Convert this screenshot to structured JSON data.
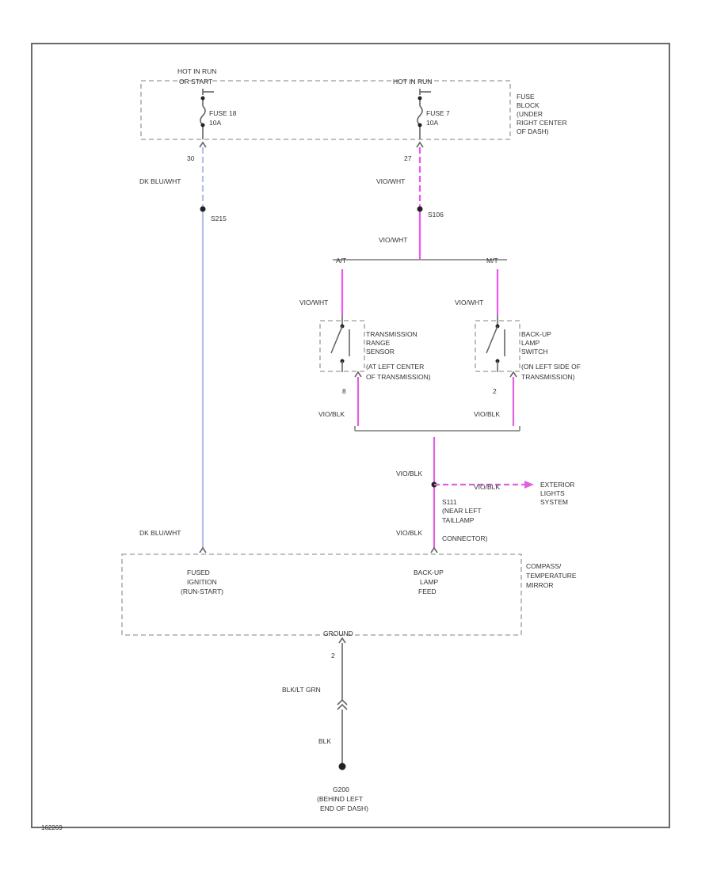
{
  "colors": {
    "dk_blu_wht": "#b4c0ea",
    "vio_wht": "#ee55ee",
    "vio_blk": "#e060e0",
    "frame": "#6a6a6a",
    "box_dash": "#9a9a9a"
  },
  "fuse_block": {
    "left_power_label_1": "HOT IN RUN",
    "left_power_label_2": "OR START",
    "right_power_label": "HOT IN RUN",
    "fuse_left_name": "FUSE 18",
    "fuse_left_rating": "10A",
    "fuse_right_name": "FUSE 7",
    "fuse_right_rating": "10A",
    "location": [
      "FUSE",
      "BLOCK",
      "(UNDER",
      "RIGHT CENTER",
      "OF DASH)"
    ]
  },
  "left_circuit": {
    "pin": "30",
    "wire_color_top": "DK BLU/WHT",
    "splice": "S215",
    "wire_color_bottom": "DK BLU/WHT"
  },
  "right_circuit": {
    "pin": "27",
    "wire_color_top": "VIO/WHT",
    "splice": "S106",
    "wire_color_mid": "VIO/WHT",
    "branch_left": "A/T",
    "branch_right": "M/T"
  },
  "trans_range_sensor": {
    "wire_in": "VIO/WHT",
    "label": [
      "TRANSMISSION",
      "RANGE",
      "SENSOR",
      "(AT LEFT CENTER",
      "OF TRANSMISSION)"
    ],
    "pin_out": "8",
    "wire_out": "VIO/BLK"
  },
  "backup_switch": {
    "wire_in": "VIO/WHT",
    "label": [
      "BACK-UP",
      "LAMP",
      "SWITCH",
      "(ON LEFT SIDE OF",
      "TRANSMISSION)"
    ],
    "pin_out": "2",
    "wire_out": "VIO/BLK"
  },
  "lower_circuit": {
    "wire_top": "VIO/BLK",
    "arrow_wire": "VIO/BLK",
    "arrow_dest": [
      "EXTERIOR",
      "LIGHTS",
      "SYSTEM"
    ],
    "splice": [
      "S111",
      "(NEAR LEFT",
      "TAILLAMP",
      "CONNECTOR)"
    ],
    "wire_bottom": "VIO/BLK"
  },
  "compass_module": {
    "input_left": [
      "FUSED",
      "IGNITION",
      "(RUN-START)"
    ],
    "input_right": [
      "BACK-UP",
      "LAMP",
      "FEED"
    ],
    "name": [
      "COMPASS/",
      "TEMPERATURE",
      "MIRROR"
    ],
    "ground_label": "GROUND"
  },
  "ground_circuit": {
    "pin": "2",
    "wire_top": "BLK/LT GRN",
    "wire_bottom": "BLK",
    "ground_point": [
      "G200",
      "(BEHIND LEFT",
      "END OF DASH)"
    ]
  },
  "diagram_id": "162269"
}
